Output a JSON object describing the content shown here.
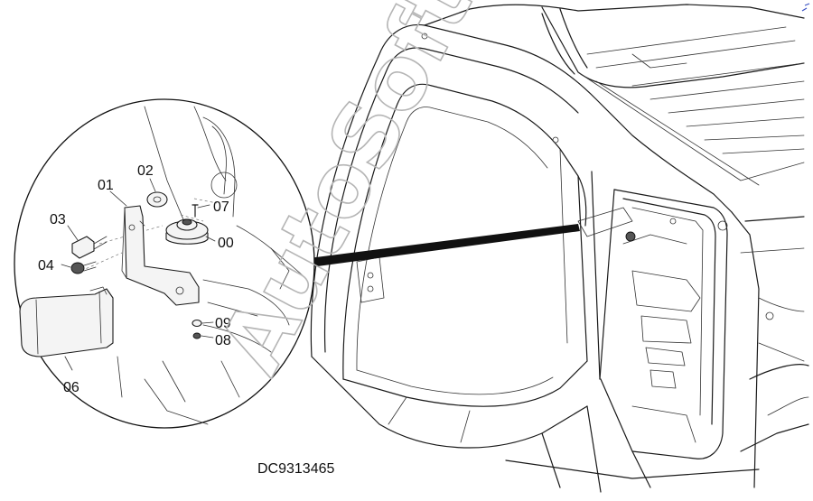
{
  "diagram": {
    "drawing_code": "DC9313465",
    "watermark": "AutoSoft",
    "callouts": [
      {
        "id": "01",
        "label": "01"
      },
      {
        "id": "02",
        "label": "02"
      },
      {
        "id": "03",
        "label": "03"
      },
      {
        "id": "04",
        "label": "04"
      },
      {
        "id": "06",
        "label": "06"
      },
      {
        "id": "07",
        "label": "07"
      },
      {
        "id": "00",
        "label": "00"
      },
      {
        "id": "09",
        "label": "09"
      },
      {
        "id": "08",
        "label": "08"
      }
    ],
    "colors": {
      "line": "#1a1a1a",
      "watermark": "#b5b5b5",
      "background": "#ffffff"
    }
  }
}
